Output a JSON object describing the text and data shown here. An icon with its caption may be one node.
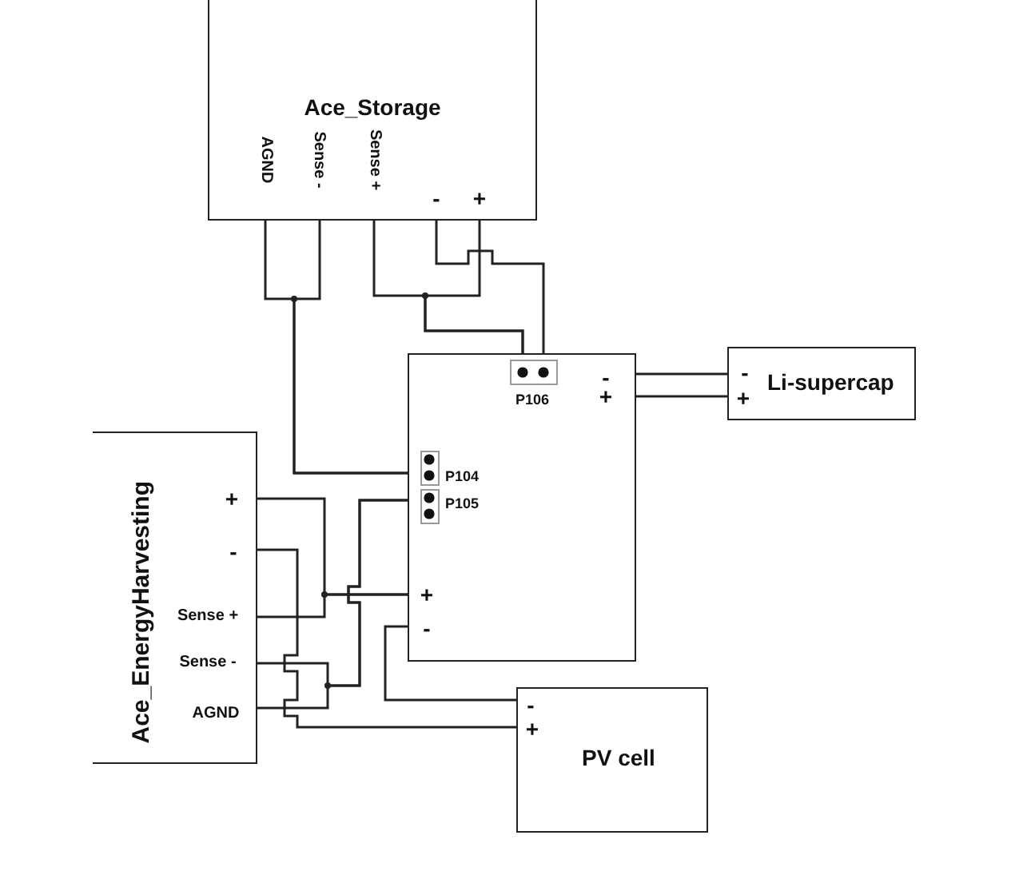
{
  "diagram": {
    "nodes": [
      {
        "text": [
          "Ace_Storage"
        ]
      },
      {
        "text": [],
        "shape": "box"
      },
      {
        "text": [],
        "shape": "box",
        "in": 1,
        "beside": [
          "P106"
        ]
      },
      {
        "text": [],
        "shape": "box",
        "in": 1,
        "beside": [
          "P104"
        ]
      },
      {
        "text": [],
        "shape": "box",
        "in": 1,
        "beside": [
          "P105"
        ]
      },
      {
        "text": [
          "Li-supercap"
        ]
      },
      {
        "text": [
          "Ace_EnergyHarvesting"
        ]
      },
      {
        "text": [
          "PV cell"
        ]
      }
    ],
    "edges": [
      {
        "from": 0,
        "to": 3,
        "arrow": "none"
      },
      {
        "from": 0,
        "to": 3,
        "arrow": "none"
      },
      {
        "from": 0,
        "to": 2,
        "arrow": "none"
      },
      {
        "from": 0,
        "to": 2,
        "arrow": "none"
      },
      {
        "from": 0,
        "to": 2,
        "arrow": "none"
      },
      {
        "from": 1,
        "to": 5,
        "arrow": "none"
      },
      {
        "from": 1,
        "to": 5,
        "arrow": "none"
      },
      {
        "from": 6,
        "to": 1,
        "arrow": "none"
      },
      {
        "from": 6,
        "to": 1,
        "arrow": "none"
      },
      {
        "from": 6,
        "to": 4,
        "arrow": "none"
      },
      {
        "from": 6,
        "to": 4,
        "arrow": "none"
      },
      {
        "from": 6,
        "to": 7,
        "arrow": "none"
      },
      {
        "from": 1,
        "to": 7,
        "arrow": "none"
      }
    ],
    "labels": [
      "AGND",
      "Sense -",
      "Sense +",
      "-",
      "+",
      "-",
      "+",
      "-",
      "+",
      "+",
      "-",
      "Sense +",
      "+",
      "Sense -",
      "-",
      "AGND",
      "-",
      "+"
    ]
  }
}
